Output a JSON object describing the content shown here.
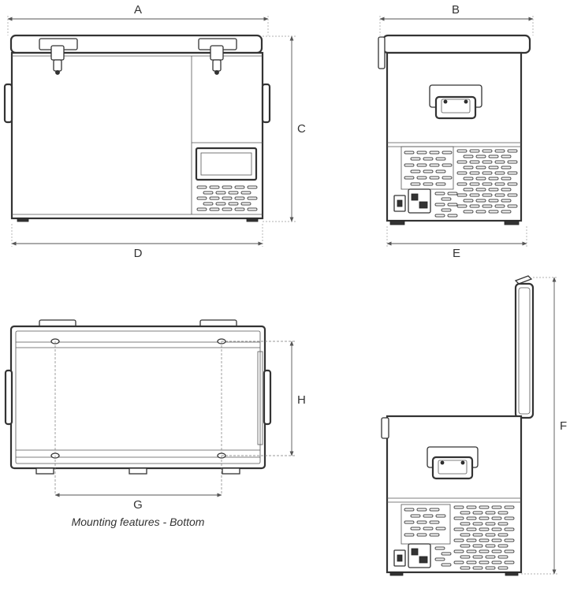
{
  "dimensions": {
    "A": "A",
    "B": "B",
    "C": "C",
    "D": "D",
    "E": "E",
    "F": "F",
    "G": "G",
    "H": "H"
  },
  "caption": "Mounting features - Bottom",
  "colors": {
    "line": "#333333",
    "background": "#ffffff"
  }
}
